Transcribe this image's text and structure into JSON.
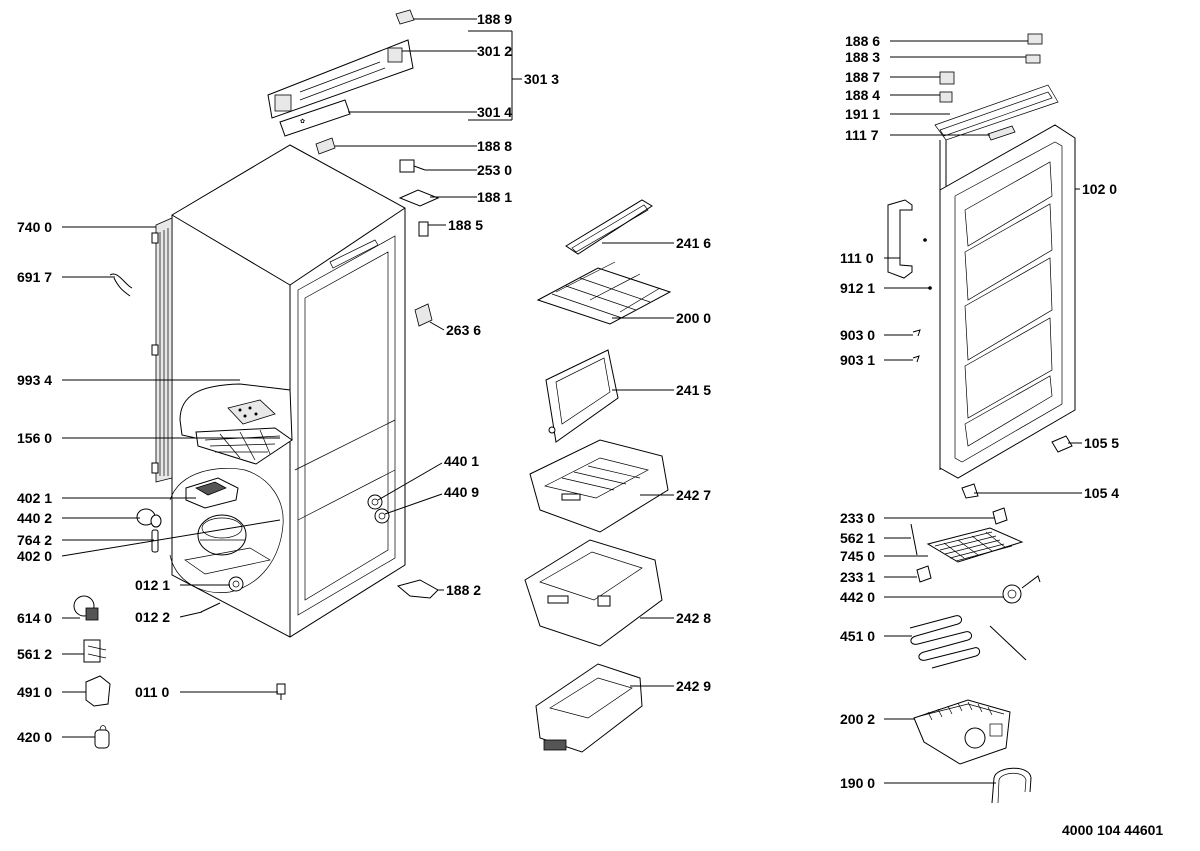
{
  "document_number": "4000 104 44601",
  "labels": [
    {
      "text": "188 9"
    },
    {
      "text": "301 2"
    },
    {
      "text": "301 3"
    },
    {
      "text": "301 4"
    },
    {
      "text": "188 8"
    },
    {
      "text": "253 0"
    },
    {
      "text": "188 1"
    },
    {
      "text": "740 0"
    },
    {
      "text": "188 5"
    },
    {
      "text": "691 7"
    },
    {
      "text": "263 6"
    },
    {
      "text": "993 4"
    },
    {
      "text": "156 0"
    },
    {
      "text": "440 1"
    },
    {
      "text": "440 9"
    },
    {
      "text": "402 1"
    },
    {
      "text": "440 2"
    },
    {
      "text": "764 2"
    },
    {
      "text": "402 0"
    },
    {
      "text": "012 1"
    },
    {
      "text": "188 2"
    },
    {
      "text": "614 0"
    },
    {
      "text": "012 2"
    },
    {
      "text": "561 2"
    },
    {
      "text": "491 0"
    },
    {
      "text": "011 0"
    },
    {
      "text": "420 0"
    },
    {
      "text": "241 6"
    },
    {
      "text": "200 0"
    },
    {
      "text": "241 5"
    },
    {
      "text": "242 7"
    },
    {
      "text": "242 8"
    },
    {
      "text": "242 9"
    },
    {
      "text": "188 6"
    },
    {
      "text": "188 3"
    },
    {
      "text": "188 7"
    },
    {
      "text": "188 4"
    },
    {
      "text": "191 1"
    },
    {
      "text": "111 7"
    },
    {
      "text": "102 0"
    },
    {
      "text": "111 0"
    },
    {
      "text": "912 1"
    },
    {
      "text": "903 0"
    },
    {
      "text": "903 1"
    },
    {
      "text": "105 5"
    },
    {
      "text": "105 4"
    },
    {
      "text": "233 0"
    },
    {
      "text": "562 1"
    },
    {
      "text": "745 0"
    },
    {
      "text": "233 1"
    },
    {
      "text": "442 0"
    },
    {
      "text": "451 0"
    },
    {
      "text": "200 2"
    },
    {
      "text": "190 0"
    }
  ]
}
